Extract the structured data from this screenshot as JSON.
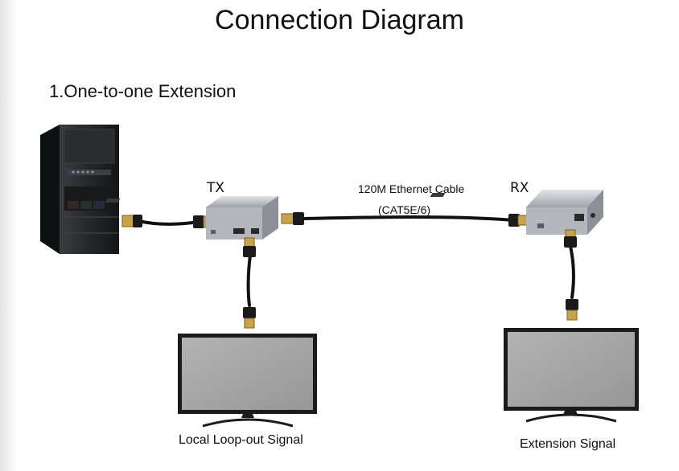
{
  "title": "Connection Diagram",
  "section_heading": "1.One-to-one Extension",
  "devices": {
    "transmitter_label": "TX",
    "receiver_label": "RX"
  },
  "cable": {
    "name": "120M Ethernet Cable",
    "spec": "(CAT5E/6)"
  },
  "captions": {
    "local": "Local Loop-out Signal",
    "extension": "Extension Signal"
  },
  "colors": {
    "cable": "#111111",
    "device_body": "#a9adb3",
    "device_top": "#d3d6da",
    "hdmi_gold": "#c9a34a",
    "pc_case": "#1e1f22",
    "tv_screen": "#a5a5a5"
  },
  "icons": [
    "pc-tower",
    "hdmi-extender-tx",
    "hdmi-extender-rx",
    "tv-monitor",
    "hdmi-connector",
    "rj45-connector"
  ]
}
